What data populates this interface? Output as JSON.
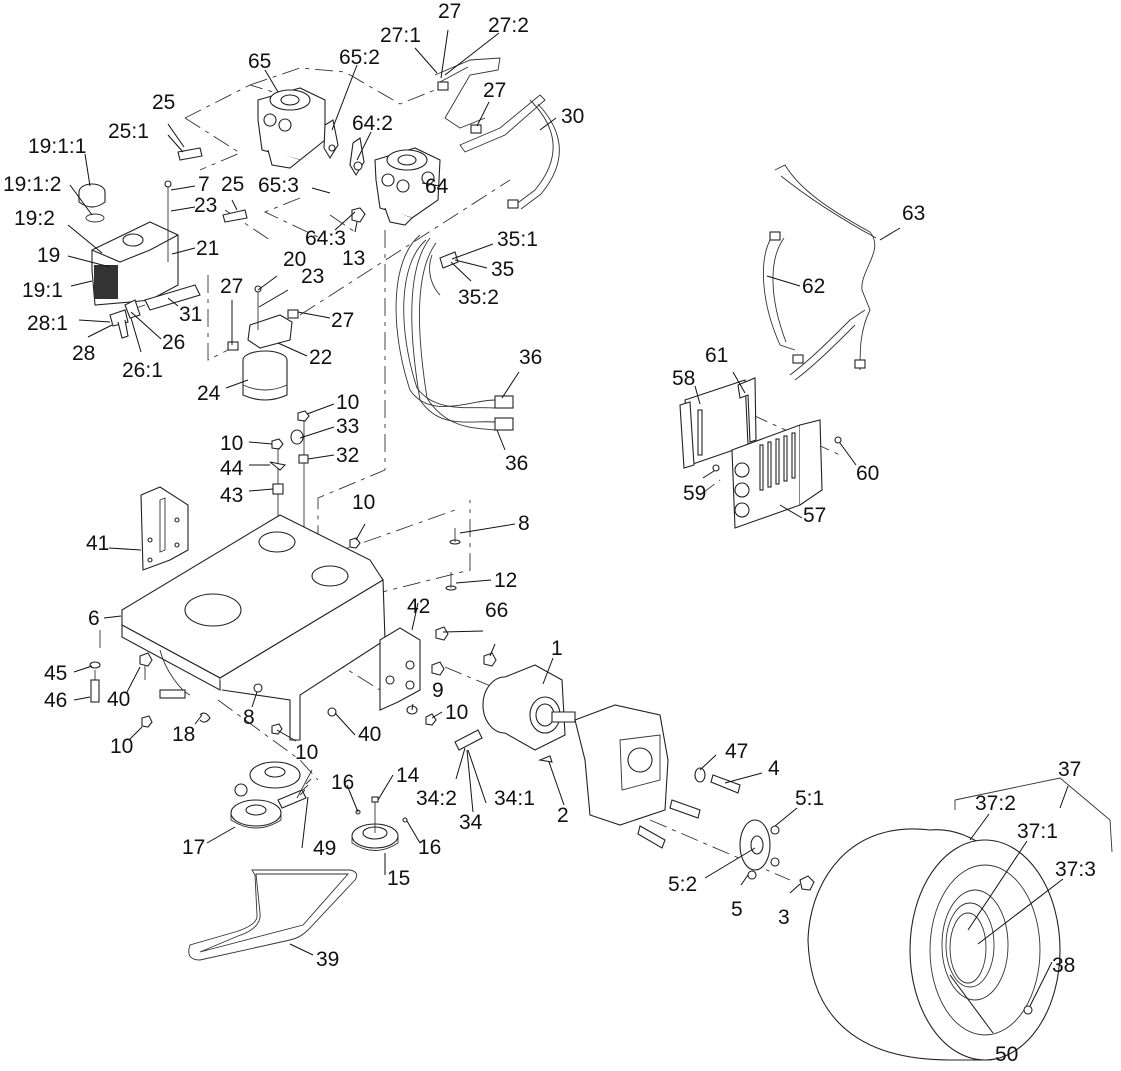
{
  "diagram": {
    "type": "exploded-parts-diagram",
    "subject": "Hydraulic drive, reservoir, oil cooler, chassis plate, pulley/belt and rear wheel assembly",
    "callouts": [
      {
        "id": "c-65",
        "label": "65",
        "part": "hydraulic-pump-left"
      },
      {
        "id": "c-65-2",
        "label": "65:2",
        "part": "pump-bracket-left"
      },
      {
        "id": "c-65-3",
        "label": "65:3",
        "part": "pump-bracket-screw-left"
      },
      {
        "id": "c-64",
        "label": "64",
        "part": "hydraulic-pump-right"
      },
      {
        "id": "c-64-2",
        "label": "64:2",
        "part": "pump-bracket-right"
      },
      {
        "id": "c-64-3",
        "label": "64:3",
        "part": "pump-bracket-screw-right"
      },
      {
        "id": "c-13",
        "label": "13",
        "part": "nut"
      },
      {
        "id": "c-27-a",
        "label": "27",
        "part": "hose-assembly-top"
      },
      {
        "id": "c-27-1",
        "label": "27:1",
        "part": "hose-fitting-1"
      },
      {
        "id": "c-27-2",
        "label": "27:2",
        "part": "hose-fitting-2"
      },
      {
        "id": "c-27-b",
        "label": "27",
        "part": "hose-assembly-mid"
      },
      {
        "id": "c-30",
        "label": "30",
        "part": "hydraulic-hose"
      },
      {
        "id": "c-25-a",
        "label": "25",
        "part": "fitting-upper"
      },
      {
        "id": "c-25-1",
        "label": "25:1",
        "part": "fitting-o-ring"
      },
      {
        "id": "c-25-b",
        "label": "25",
        "part": "fitting-lower"
      },
      {
        "id": "c-19-1-1",
        "label": "19:1:1",
        "part": "reservoir-cap"
      },
      {
        "id": "c-19-1-2",
        "label": "19:1:2",
        "part": "cap-gasket"
      },
      {
        "id": "c-19-2",
        "label": "19:2",
        "part": "reservoir-decal"
      },
      {
        "id": "c-19",
        "label": "19",
        "part": "hydraulic-reservoir"
      },
      {
        "id": "c-19-1",
        "label": "19:1",
        "part": "reservoir-body"
      },
      {
        "id": "c-7",
        "label": "7",
        "part": "bolt"
      },
      {
        "id": "c-23-a",
        "label": "23",
        "part": "washer-upper"
      },
      {
        "id": "c-21",
        "label": "21",
        "part": "spacer"
      },
      {
        "id": "c-20",
        "label": "20",
        "part": "screw"
      },
      {
        "id": "c-23-b",
        "label": "23",
        "part": "washer-lower"
      },
      {
        "id": "c-27-c",
        "label": "27",
        "part": "fitting-left"
      },
      {
        "id": "c-27-d",
        "label": "27",
        "part": "fitting-right"
      },
      {
        "id": "c-31",
        "label": "31",
        "part": "suction-hose"
      },
      {
        "id": "c-28-1",
        "label": "28:1",
        "part": "tee-fitting-o-ring"
      },
      {
        "id": "c-28",
        "label": "28",
        "part": "tee-fitting"
      },
      {
        "id": "c-26",
        "label": "26",
        "part": "elbow-fitting"
      },
      {
        "id": "c-26-1",
        "label": "26:1",
        "part": "elbow-o-ring"
      },
      {
        "id": "c-22",
        "label": "22",
        "part": "filter-head"
      },
      {
        "id": "c-24",
        "label": "24",
        "part": "oil-filter"
      },
      {
        "id": "c-35-1",
        "label": "35:1",
        "part": "fitting-o-ring-a"
      },
      {
        "id": "c-35",
        "label": "35",
        "part": "hydraulic-fitting"
      },
      {
        "id": "c-35-2",
        "label": "35:2",
        "part": "fitting-o-ring-b"
      },
      {
        "id": "c-36-a",
        "label": "36",
        "part": "hydraulic-hose-upper"
      },
      {
        "id": "c-36-b",
        "label": "36",
        "part": "hydraulic-hose-lower"
      },
      {
        "id": "c-63",
        "label": "63",
        "part": "cooler-hose-long"
      },
      {
        "id": "c-62",
        "label": "62",
        "part": "cooler-hose-short"
      },
      {
        "id": "c-61",
        "label": "61",
        "part": "cooler-bracket"
      },
      {
        "id": "c-58",
        "label": "58",
        "part": "oil-cooler"
      },
      {
        "id": "c-59",
        "label": "59",
        "part": "screw-cooler"
      },
      {
        "id": "c-60",
        "label": "60",
        "part": "screw-guard"
      },
      {
        "id": "c-57",
        "label": "57",
        "part": "cooler-guard"
      },
      {
        "id": "c-10-a",
        "label": "10",
        "part": "flange-nut"
      },
      {
        "id": "c-33",
        "label": "33",
        "part": "spacer-33"
      },
      {
        "id": "c-32",
        "label": "32",
        "part": "bushing-32"
      },
      {
        "id": "c-10-b",
        "label": "10",
        "part": "flange-nut"
      },
      {
        "id": "c-44",
        "label": "44",
        "part": "clip"
      },
      {
        "id": "c-43",
        "label": "43",
        "part": "bushing-43"
      },
      {
        "id": "c-10-c",
        "label": "10",
        "part": "flange-nut"
      },
      {
        "id": "c-8-a",
        "label": "8",
        "part": "carriage-bolt"
      },
      {
        "id": "c-12",
        "label": "12",
        "part": "carriage-bolt-12"
      },
      {
        "id": "c-41",
        "label": "41",
        "part": "mount-plate-left"
      },
      {
        "id": "c-6",
        "label": "6",
        "part": "chassis-plate"
      },
      {
        "id": "c-42",
        "label": "42",
        "part": "mount-plate-right"
      },
      {
        "id": "c-66",
        "label": "66",
        "part": "nut-66"
      },
      {
        "id": "c-45",
        "label": "45",
        "part": "washer-45"
      },
      {
        "id": "c-46",
        "label": "46",
        "part": "bolt-46"
      },
      {
        "id": "c-40-a",
        "label": "40",
        "part": "flange-bolt"
      },
      {
        "id": "c-10-d",
        "label": "10",
        "part": "flange-nut"
      },
      {
        "id": "c-18",
        "label": "18",
        "part": "spring-hook"
      },
      {
        "id": "c-8-b",
        "label": "8",
        "part": "carriage-bolt"
      },
      {
        "id": "c-10-e",
        "label": "10",
        "part": "flange-nut"
      },
      {
        "id": "c-40-b",
        "label": "40",
        "part": "flange-bolt"
      },
      {
        "id": "c-9",
        "label": "9",
        "part": "washer-9"
      },
      {
        "id": "c-10-f",
        "label": "10",
        "part": "flange-nut"
      },
      {
        "id": "c-1",
        "label": "1",
        "part": "wheel-motor"
      },
      {
        "id": "c-2",
        "label": "2",
        "part": "key"
      },
      {
        "id": "c-34-2",
        "label": "34:2",
        "part": "fitting-o-ring-34-2"
      },
      {
        "id": "c-34-1",
        "label": "34:1",
        "part": "fitting-o-ring-34-1"
      },
      {
        "id": "c-34",
        "label": "34",
        "part": "hydraulic-fitting-34"
      },
      {
        "id": "c-47",
        "label": "47",
        "part": "washer-47"
      },
      {
        "id": "c-4",
        "label": "4",
        "part": "bolt-4"
      },
      {
        "id": "c-5-1",
        "label": "5:1",
        "part": "wheel-stud"
      },
      {
        "id": "c-5-2",
        "label": "5:2",
        "part": "hub-seal"
      },
      {
        "id": "c-5",
        "label": "5",
        "part": "wheel-hub"
      },
      {
        "id": "c-3",
        "label": "3",
        "part": "castle-nut"
      },
      {
        "id": "c-37",
        "label": "37",
        "part": "wheel-assembly"
      },
      {
        "id": "c-37-2",
        "label": "37:2",
        "part": "tire"
      },
      {
        "id": "c-37-1",
        "label": "37:1",
        "part": "valve-stem"
      },
      {
        "id": "c-37-3",
        "label": "37:3",
        "part": "rim"
      },
      {
        "id": "c-38",
        "label": "38",
        "part": "lug-nut"
      },
      {
        "id": "c-50",
        "label": "50",
        "part": "wheel-weight"
      },
      {
        "id": "c-16-a",
        "label": "16",
        "part": "set-screw"
      },
      {
        "id": "c-14",
        "label": "14",
        "part": "pulley-key"
      },
      {
        "id": "c-16-b",
        "label": "16",
        "part": "set-screw"
      },
      {
        "id": "c-15",
        "label": "15",
        "part": "pump-pulley"
      },
      {
        "id": "c-17",
        "label": "17",
        "part": "idler-pulley-assembly"
      },
      {
        "id": "c-49",
        "label": "49",
        "part": "extension-spring"
      },
      {
        "id": "c-39",
        "label": "39",
        "part": "drive-belt"
      }
    ]
  }
}
